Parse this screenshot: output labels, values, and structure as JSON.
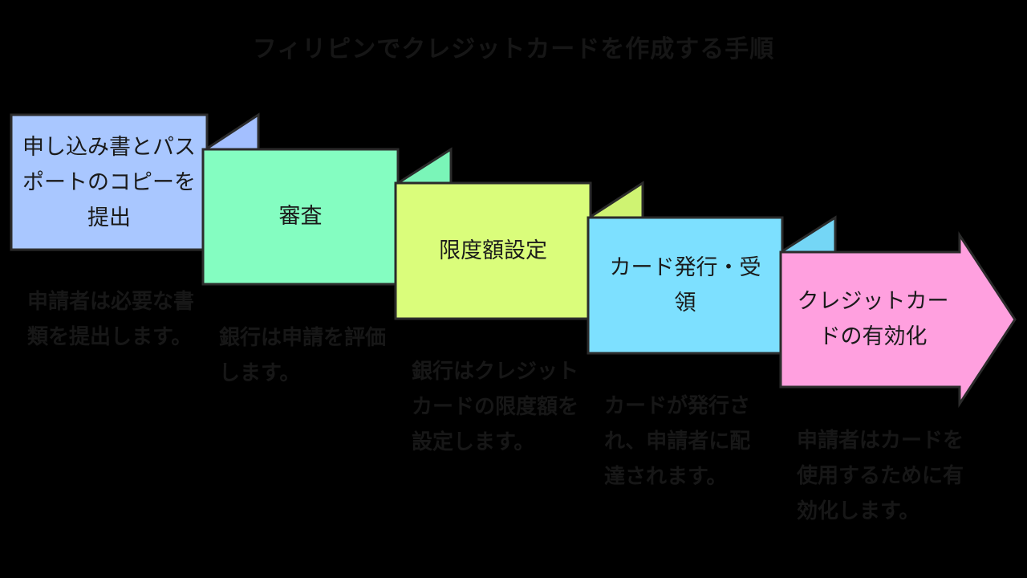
{
  "title": "フィリピンでクレジットカードを作成する手順",
  "steps": [
    {
      "label": "申し込み書とパスポートのコピーを提出",
      "description": "申請者は必要な書類を提出します。",
      "color": "#A9C7FF"
    },
    {
      "label": "審査",
      "description": "銀行は申請を評価します。",
      "color": "#84FDC1"
    },
    {
      "label": "限度額設定",
      "description": "銀行はクレジットカードの限度額を設定します。",
      "color": "#DAFD7B"
    },
    {
      "label": "カード発行・受領",
      "description": "カードが発行され、申請者に配達されます。",
      "color": "#7DE0FF"
    },
    {
      "label": "クレジットカードの有効化",
      "description": "申請者はカードを使用するために有効化します。",
      "color": "#FFA0DF"
    }
  ]
}
